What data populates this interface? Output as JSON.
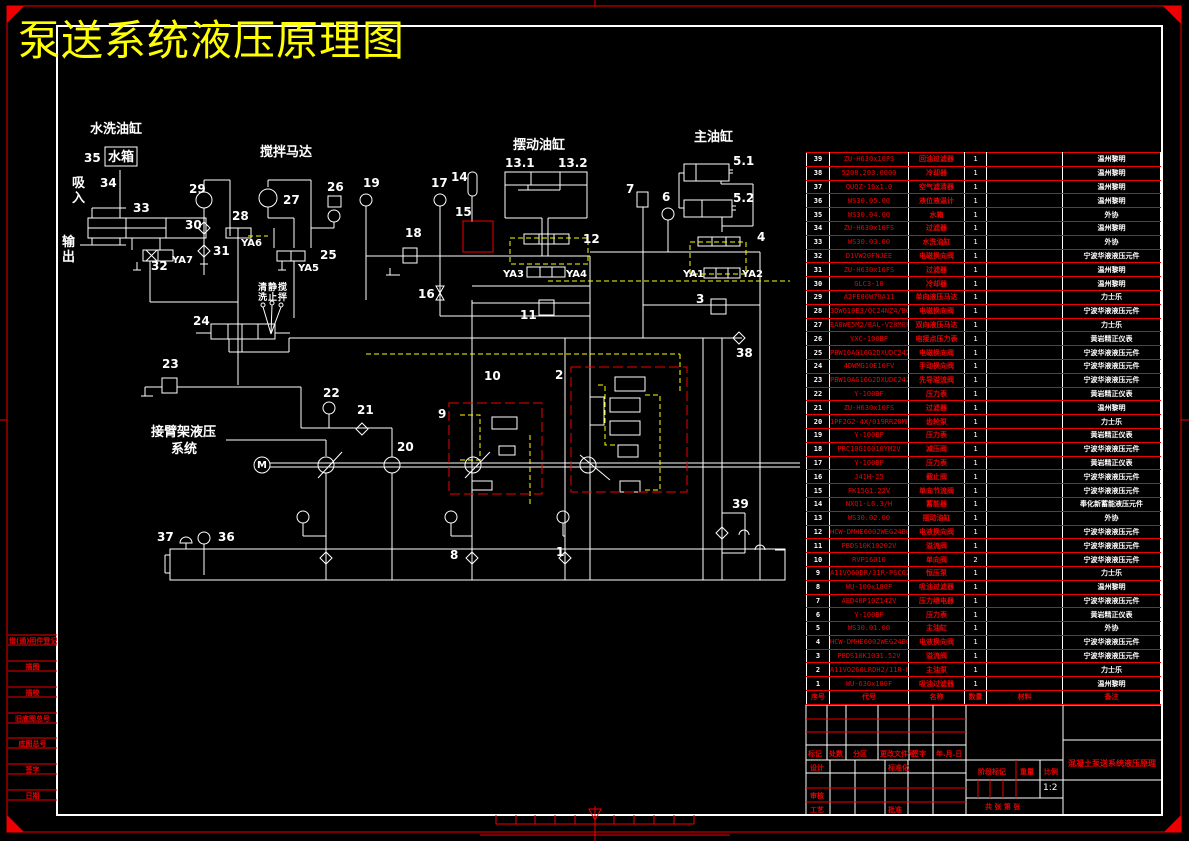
{
  "title": "泵送系统液压原理图",
  "labels": {
    "water_cylinder": "水洗油缸",
    "water_tank": "水箱",
    "suction": "吸入",
    "output": "输出",
    "mixer_motor": "搅拌马达",
    "swing_cylinder": "摆动油缸",
    "main_cylinder": "主油缸",
    "boom_system_1": "接臂架液压",
    "boom_system_2": "系统",
    "valve24_pos": [
      "清洗",
      "静止",
      "搅拌"
    ],
    "cyl_13_1": "13.1",
    "cyl_13_2": "13.2",
    "cyl_5_1": "5.1",
    "cyl_5_2": "5.2",
    "solenoids": [
      "YA1",
      "YA2",
      "YA3",
      "YA4",
      "YA5",
      "YA6",
      "YA7"
    ],
    "numbers": [
      "1",
      "2",
      "3",
      "4",
      "6",
      "7",
      "8",
      "9",
      "10",
      "11",
      "12",
      "14",
      "15",
      "16",
      "17",
      "18",
      "19",
      "20",
      "21",
      "22",
      "23",
      "24",
      "25",
      "26",
      "27",
      "28",
      "29",
      "30",
      "31",
      "32",
      "33",
      "34",
      "35",
      "36",
      "37",
      "38",
      "39"
    ],
    "motor": "M"
  },
  "parts": [
    {
      "no": "39",
      "code": "ZU-H630x10FS",
      "name": "回油过滤器",
      "qty": "1",
      "material": "",
      "note": "温州黎明"
    },
    {
      "no": "38",
      "code": "5208.203.0000",
      "name": "冷却器",
      "qty": "1",
      "material": "",
      "note": "温州黎明"
    },
    {
      "no": "37",
      "code": "QUQZ-16x1.0",
      "name": "空气滤清器",
      "qty": "1",
      "material": "",
      "note": "温州黎明"
    },
    {
      "no": "36",
      "code": "WS30.05.00",
      "name": "液位液温计",
      "qty": "1",
      "material": "",
      "note": "温州黎明"
    },
    {
      "no": "35",
      "code": "WS30.04.00",
      "name": "水箱",
      "qty": "1",
      "material": "",
      "note": "外协"
    },
    {
      "no": "34",
      "code": "ZU-H630x10FS",
      "name": "过滤器",
      "qty": "1",
      "material": "",
      "note": "温州黎明"
    },
    {
      "no": "33",
      "code": "WS30.03.00",
      "name": "水洗油缸",
      "qty": "1",
      "material": "",
      "note": "外协"
    },
    {
      "no": "32",
      "code": "D1VW20FNJEE",
      "name": "电磁换向阀",
      "qty": "1",
      "material": "",
      "note": "宁波华液液压元件"
    },
    {
      "no": "31",
      "code": "ZU-H630x10FS",
      "name": "过滤器",
      "qty": "1",
      "material": "",
      "note": "温州黎明"
    },
    {
      "no": "30",
      "code": "GLC3-10",
      "name": "冷却器",
      "qty": "1",
      "material": "",
      "note": "温州黎明"
    },
    {
      "no": "29",
      "code": "A2FE80W70A11",
      "name": "单向液压马达",
      "qty": "1",
      "material": "",
      "note": "力士乐"
    },
    {
      "no": "28",
      "code": "3DWG10E3/OC24NZ4/B08V",
      "name": "电磁换向阀",
      "qty": "1",
      "material": "",
      "note": "宁波华液液压元件"
    },
    {
      "no": "27",
      "code": "EA8WE5M2/EAL-V28M0FBP8-K",
      "name": "双向液压马达",
      "qty": "1",
      "material": "",
      "note": "力士乐"
    },
    {
      "no": "26",
      "code": "YXC-100BF",
      "name": "电接点压力表",
      "qty": "1",
      "material": "",
      "note": "黄岩精正仪表"
    },
    {
      "no": "25",
      "code": "PBW10AG16G2DXUDC242V",
      "name": "电磁换向阀",
      "qty": "1",
      "material": "",
      "note": "宁波华液液压元件"
    },
    {
      "no": "24",
      "code": "4DWMG10E10FV",
      "name": "手动换向阀",
      "qty": "1",
      "material": "",
      "note": "宁波华液液压元件"
    },
    {
      "no": "23",
      "code": "PBW10AG16G2DXUDC242V",
      "name": "先导溢流阀",
      "qty": "1",
      "material": "",
      "note": "宁波华液液压元件"
    },
    {
      "no": "22",
      "code": "Y-100BF",
      "name": "压力表",
      "qty": "1",
      "material": "",
      "note": "黄岩精正仪表"
    },
    {
      "no": "21",
      "code": "ZU-H630x10FS",
      "name": "过滤器",
      "qty": "1",
      "material": "",
      "note": "温州黎明"
    },
    {
      "no": "20",
      "code": "1PF2G2-4X/019RR20MR",
      "name": "齿轮泵",
      "qty": "1",
      "material": "",
      "note": "力士乐"
    },
    {
      "no": "19",
      "code": "Y-100BF",
      "name": "压力表",
      "qty": "1",
      "material": "",
      "note": "黄岩精正仪表"
    },
    {
      "no": "18",
      "code": "PRC10G16010YM2V",
      "name": "减压阀",
      "qty": "1",
      "material": "",
      "note": "宁波华液液压元件"
    },
    {
      "no": "17",
      "code": "Y-100BF",
      "name": "压力表",
      "qty": "1",
      "material": "",
      "note": "黄岩精正仪表"
    },
    {
      "no": "16",
      "code": "J41H-25",
      "name": "截止阀",
      "qty": "1",
      "material": "",
      "note": "宁波华液液压元件"
    },
    {
      "no": "15",
      "code": "FK15G1.22V",
      "name": "单向节流阀",
      "qty": "1",
      "material": "",
      "note": "宁波华液液压元件"
    },
    {
      "no": "14",
      "code": "NXQ1-L6.3/H",
      "name": "蓄能器",
      "qty": "1",
      "material": "",
      "note": "奉化新蓄能液压元件"
    },
    {
      "no": "13",
      "code": "WS30.02.00",
      "name": "摆动油缸",
      "qty": "1",
      "material": "",
      "note": "外协"
    },
    {
      "no": "12",
      "code": "HCW-DMHE6002WEG24B0V4.50V",
      "name": "电液换向阀",
      "qty": "1",
      "material": "",
      "note": "宁波华液液压元件"
    },
    {
      "no": "11",
      "code": "PBDS10K10202V",
      "name": "溢流阀",
      "qty": "1",
      "material": "",
      "note": "宁波华液液压元件"
    },
    {
      "no": "10",
      "code": "RVP16010",
      "name": "单向阀",
      "qty": "2",
      "material": "",
      "note": "宁波华液液压元件"
    },
    {
      "no": "9",
      "code": "A11VO60DR/31R-PSC62K01",
      "name": "恒压泵",
      "qty": "1",
      "material": "",
      "note": "力士乐"
    },
    {
      "no": "8",
      "code": "WU-100x180F",
      "name": "吸油过滤器",
      "qty": "1",
      "material": "",
      "note": "温州黎明"
    },
    {
      "no": "7",
      "code": "AED40P10Z142V",
      "name": "压力继电器",
      "qty": "1",
      "material": "",
      "note": "宁波华液液压元件"
    },
    {
      "no": "6",
      "code": "Y-100BF",
      "name": "压力表",
      "qty": "1",
      "material": "",
      "note": "黄岩精正仪表"
    },
    {
      "no": "5",
      "code": "WS30.01.00",
      "name": "主油缸",
      "qty": "1",
      "material": "",
      "note": "外协"
    },
    {
      "no": "4",
      "code": "HCW-DMHE6002WEG24B0V4.50V",
      "name": "电液换向阀",
      "qty": "1",
      "material": "",
      "note": "宁波华液液压元件"
    },
    {
      "no": "3",
      "code": "PBDS10K1031.52V",
      "name": "溢流阀",
      "qty": "1",
      "material": "",
      "note": "宁波华液液压元件"
    },
    {
      "no": "2",
      "code": "A11VO260LRDH2/11R-NZD12K02",
      "name": "主油泵",
      "qty": "1",
      "material": "",
      "note": "力士乐"
    },
    {
      "no": "1",
      "code": "WU-630x180F",
      "name": "吸油过滤器",
      "qty": "1",
      "material": "",
      "note": "温州黎明"
    }
  ],
  "parts_header": {
    "no": "序号",
    "code": "代号",
    "name": "名称",
    "qty": "数量",
    "material": "材料",
    "note": "备注"
  },
  "title_block": {
    "row_labels": [
      "标记",
      "处数",
      "分区",
      "更改文件号",
      "签字",
      "年.月.日"
    ],
    "design": "设计",
    "standard": "标准化",
    "review": "审核",
    "process": "工艺",
    "approve": "批准",
    "stage_mark": "阶段标记",
    "weight": "重量",
    "scale_label": "比例",
    "scale": "1:2",
    "sheets": "共  张  第  张",
    "drawing_name": "混凝土泵送系统液压原理"
  },
  "side_block": [
    "借(通)用件登记",
    "描图",
    "描校",
    "旧底图总号",
    "底图总号",
    "签字",
    "日期"
  ],
  "colors": {
    "background": "#000000",
    "frame": "#ff0000",
    "lines": "#ffffff",
    "pilot": "#ffff00",
    "title": "#ffff00"
  }
}
